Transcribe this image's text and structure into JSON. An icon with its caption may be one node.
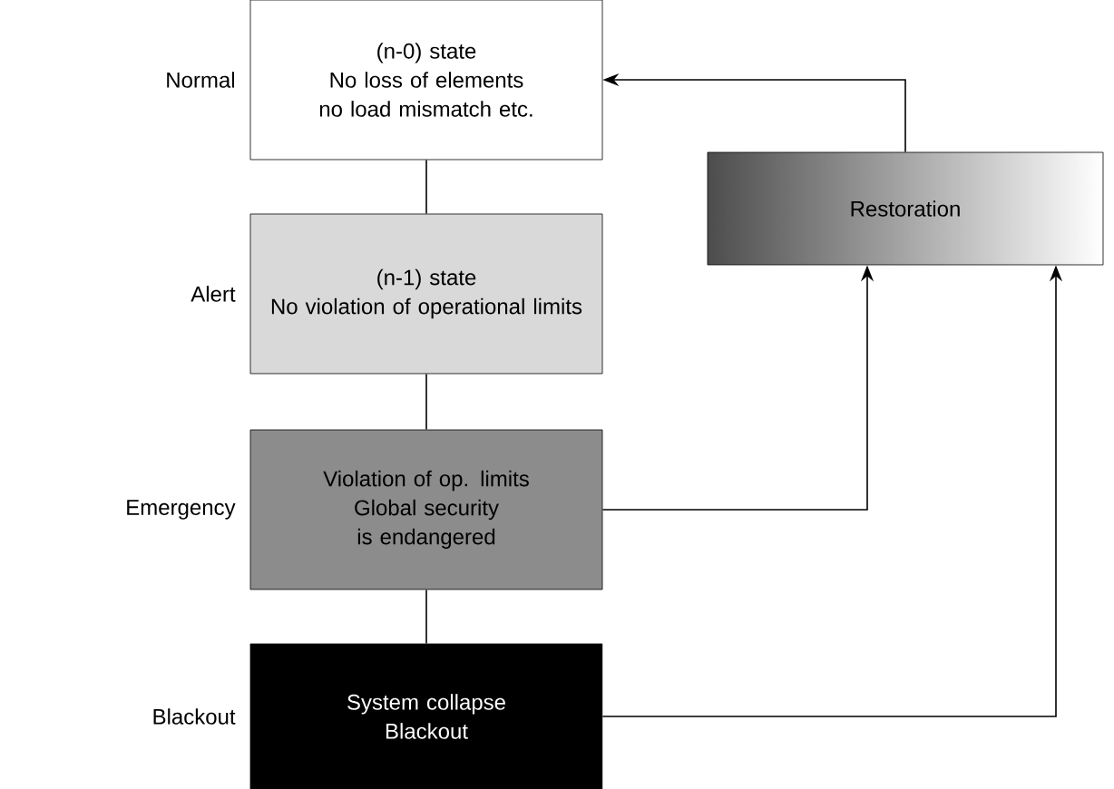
{
  "diagram": {
    "nodes": [
      {
        "text": [
          "(n-0) state",
          "No loss of elements no load mismatch etc."
        ],
        "beside": [
          "Normal"
        ]
      },
      {
        "text": [
          "(n-1) state",
          "No violation of operational limits"
        ],
        "beside": [
          "Alert"
        ]
      },
      {
        "text": [
          "Violation of op. limits Global security is endangered"
        ],
        "beside": [
          "Emergency"
        ]
      },
      {
        "text": [
          "System collapse Blackout"
        ],
        "beside": [
          "Blackout"
        ]
      },
      {
        "text": [
          "Restoration"
        ]
      }
    ],
    "edges": [
      {
        "from": 0,
        "to": 1,
        "arrow": "none"
      },
      {
        "from": 1,
        "to": 2,
        "arrow": "none"
      },
      {
        "from": 2,
        "to": 3,
        "arrow": "none"
      },
      {
        "from": 4,
        "to": 0,
        "arrow": "to"
      },
      {
        "from": 2,
        "to": 4,
        "arrow": "to"
      },
      {
        "from": 3,
        "to": 4,
        "arrow": "to"
      }
    ]
  }
}
